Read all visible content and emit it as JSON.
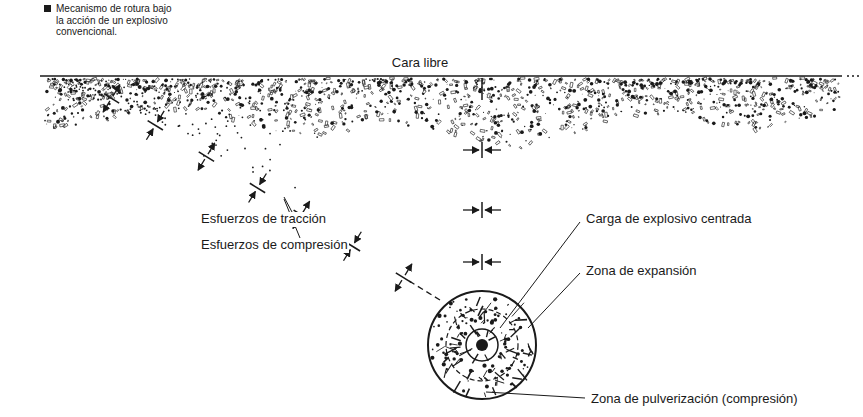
{
  "diagram": {
    "title": "Mecanismo de rotura bajo la acción de un explosivo convencional.",
    "labels": [
      "Cara libre",
      "Esfuerzos de tracción",
      "Esfuerzos de compresión",
      "Carga de explosivo centrada",
      "Zona de expansión",
      "Zona de pulverización (compresión)"
    ]
  }
}
